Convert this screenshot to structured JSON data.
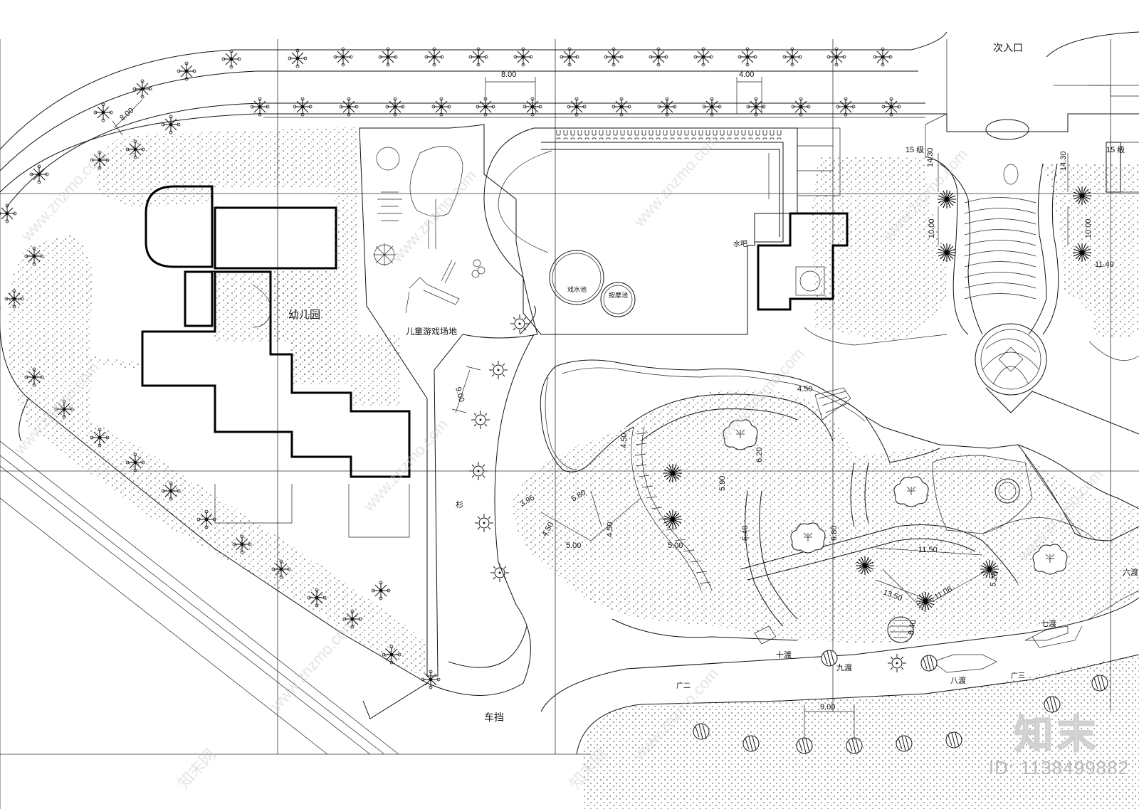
{
  "labels": {
    "secondary_entrance": "次入口",
    "kindergarten": "幼儿园",
    "children_playground": "儿童游戏场地",
    "water_bar": "水吧",
    "play_pool": "戏水池",
    "massage_pool": "按摩池",
    "car_stop": "车挡",
    "cedar": "杉",
    "ferry_10": "十渡",
    "ferry_9": "九渡",
    "ferry_8": "八渡",
    "ferry_7": "七渡",
    "ferry_6_partial": "六渡",
    "square_3": "广三",
    "square_2": "广二"
  },
  "dimensions": {
    "d_top_800": "8.00",
    "d_top_400": "4.00",
    "d_left_800": "8.00",
    "d_900_play": "9.00",
    "d_bottom_900": "9.00",
    "d_450_a": "4.50",
    "d_450_b": "4.50",
    "d_450_c": "4.50",
    "d_450_d": "4.50",
    "d_1430_a": "14.30",
    "d_1430_b": "14.30",
    "d_1000_a": "10.00",
    "d_1000_b": "10.00",
    "d_1140": "11.40",
    "d_395": "3.95",
    "d_580": "5.80",
    "d_500_a": "5.00",
    "d_500_b": "5.00",
    "d_640": "6.40",
    "d_620": "6.20",
    "d_680": "6.80",
    "d_590": "5.90",
    "d_1150": "11.50",
    "d_1350": "13.50",
    "d_1108": "11.08",
    "d_840": "8.40",
    "d_520": "5.20",
    "d_15_a": "15 级",
    "d_15_b": "15 级"
  },
  "watermark": {
    "site": "www.znzmo.com",
    "brand": "知末网",
    "logo": "知末",
    "id": "ID: 1138499882"
  }
}
